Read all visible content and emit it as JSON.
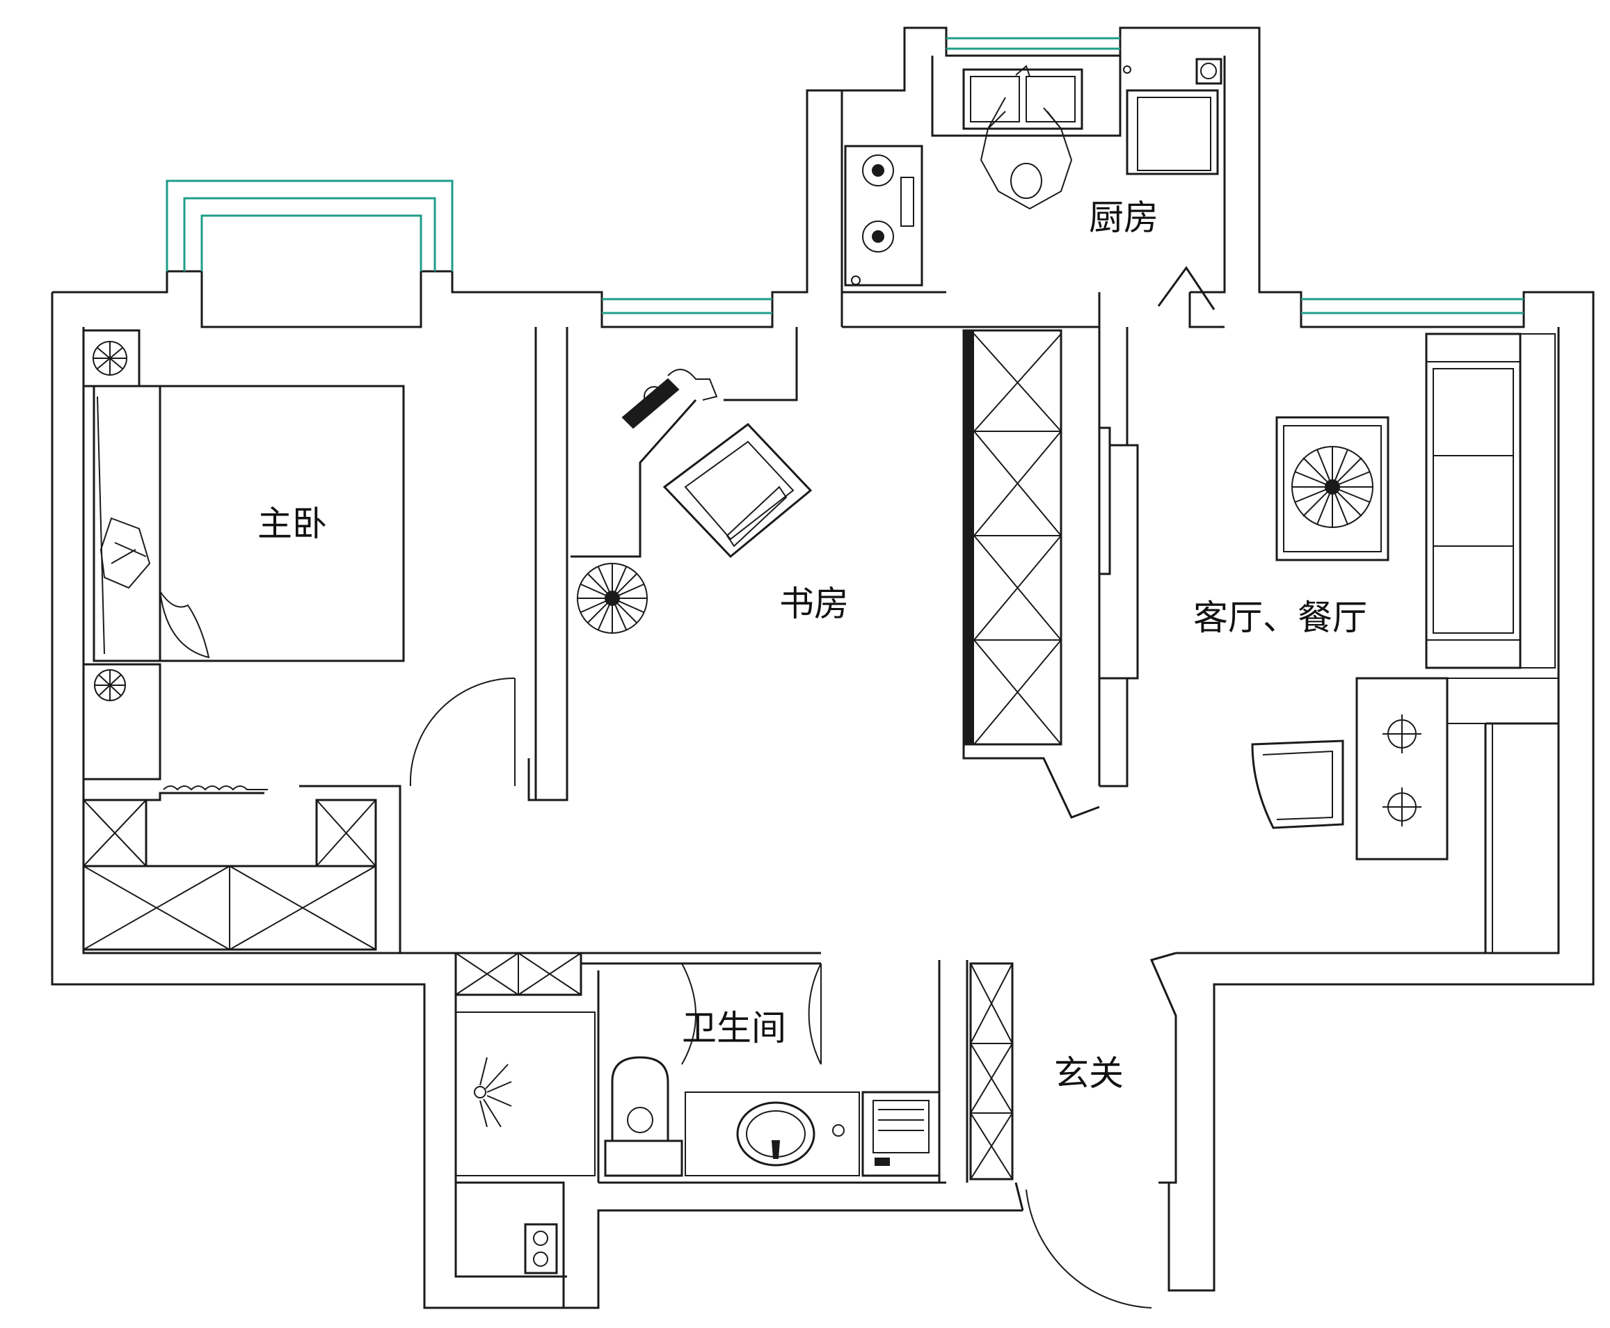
{
  "rooms": {
    "master_bedroom": "主卧",
    "study": "书房",
    "kitchen": "厨房",
    "living_dining": "客厅、餐厅",
    "bathroom": "卫生间",
    "entrance": "玄关"
  },
  "colors": {
    "wall": "#1a1a1a",
    "window": "#1f9e88",
    "background": "#ffffff"
  }
}
